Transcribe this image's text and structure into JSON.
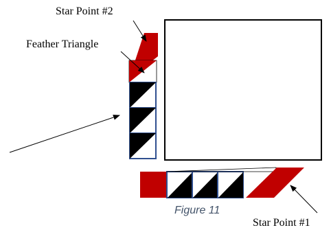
{
  "labels": {
    "star_point_2": "Star Point #2",
    "feather_triangle": "Feather Triangle",
    "star_point_1": "Star Point #1"
  },
  "caption": "Figure 11",
  "colors": {
    "star_point": "#c00000",
    "triangle_dark": "#000000",
    "unit_border": "#2f4f8f",
    "center_square_border": "#000000",
    "caption": "#44546a"
  }
}
